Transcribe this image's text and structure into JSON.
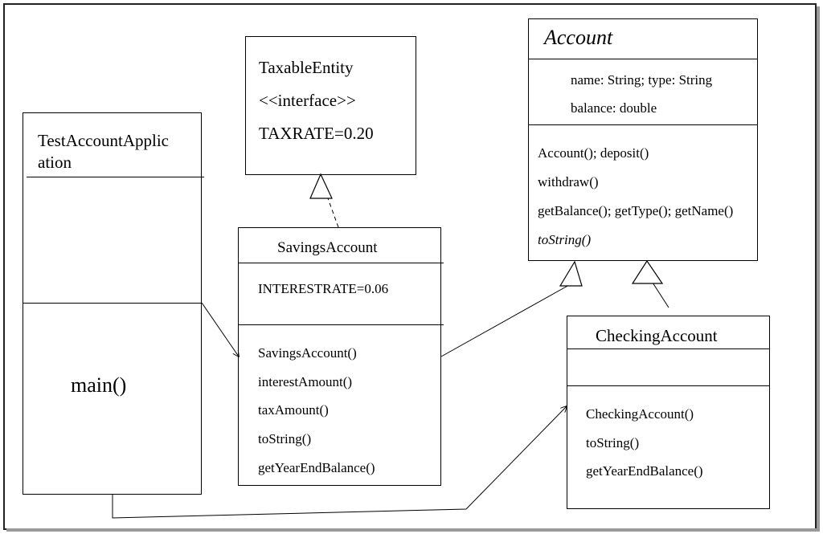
{
  "taxable_entity": {
    "name": "TaxableEntity",
    "stereotype": "<<interface>>",
    "constant": "TAXRATE=0.20"
  },
  "account": {
    "name": "Account",
    "attributes": [
      "name: String; type: String",
      "balance: double"
    ],
    "methods": [
      "Account(); deposit()",
      "withdraw()",
      "getBalance(); getType(); getName()",
      "toString()"
    ]
  },
  "test_app": {
    "name_line1": "TestAccountApplic",
    "name_line2": "ation",
    "method": "main()"
  },
  "savings_account": {
    "name": "SavingsAccount",
    "attribute": "INTERESTRATE=0.06",
    "methods": [
      "SavingsAccount()",
      "interestAmount()",
      "taxAmount()",
      "toString()",
      "getYearEndBalance()"
    ]
  },
  "checking_account": {
    "name": "CheckingAccount",
    "methods": [
      "CheckingAccount()",
      "toString()",
      "getYearEndBalance()"
    ]
  },
  "relationships": [
    "SavingsAccount implements TaxableEntity",
    "SavingsAccount extends Account",
    "CheckingAccount extends Account",
    "TestAccountApplication uses SavingsAccount",
    "TestAccountApplication uses CheckingAccount"
  ]
}
